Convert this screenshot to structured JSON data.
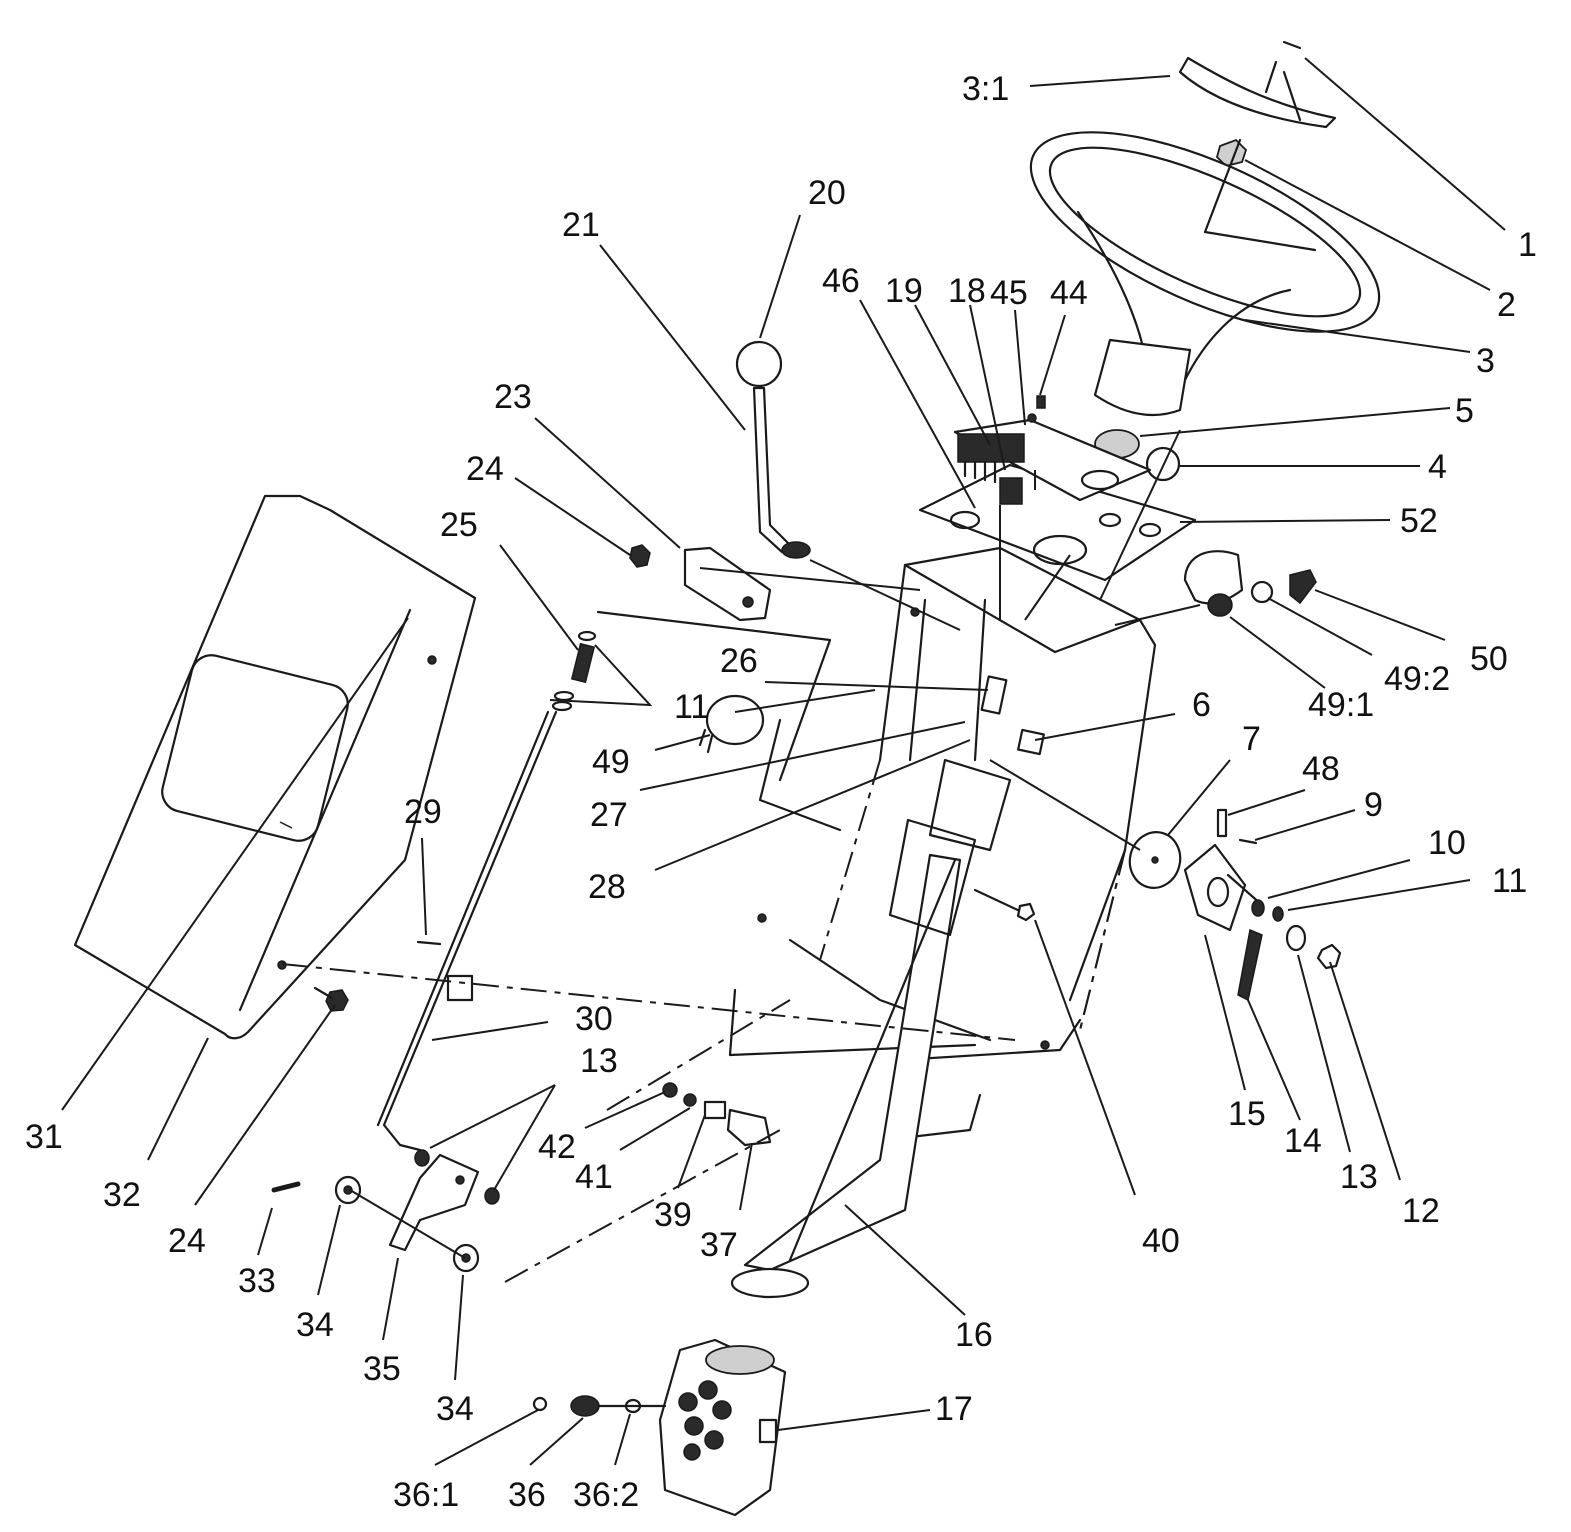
{
  "callouts": [
    {
      "id": "c-3-1",
      "text": "3:1"
    },
    {
      "id": "c-1",
      "text": "1"
    },
    {
      "id": "c-2",
      "text": "2"
    },
    {
      "id": "c-3",
      "text": "3"
    },
    {
      "id": "c-20",
      "text": "20"
    },
    {
      "id": "c-21",
      "text": "21"
    },
    {
      "id": "c-46",
      "text": "46"
    },
    {
      "id": "c-19",
      "text": "19"
    },
    {
      "id": "c-18",
      "text": "18"
    },
    {
      "id": "c-45",
      "text": "45"
    },
    {
      "id": "c-44",
      "text": "44"
    },
    {
      "id": "c-5",
      "text": "5"
    },
    {
      "id": "c-4",
      "text": "4"
    },
    {
      "id": "c-52",
      "text": "52"
    },
    {
      "id": "c-23",
      "text": "23"
    },
    {
      "id": "c-24a",
      "text": "24"
    },
    {
      "id": "c-25",
      "text": "25"
    },
    {
      "id": "c-50",
      "text": "50"
    },
    {
      "id": "c-49-2",
      "text": "49:2"
    },
    {
      "id": "c-49-1",
      "text": "49:1"
    },
    {
      "id": "c-26",
      "text": "26"
    },
    {
      "id": "c-11a",
      "text": "11"
    },
    {
      "id": "c-6",
      "text": "6"
    },
    {
      "id": "c-49",
      "text": "49"
    },
    {
      "id": "c-7",
      "text": "7"
    },
    {
      "id": "c-48",
      "text": "48"
    },
    {
      "id": "c-27",
      "text": "27"
    },
    {
      "id": "c-9",
      "text": "9"
    },
    {
      "id": "c-29",
      "text": "29"
    },
    {
      "id": "c-10",
      "text": "10"
    },
    {
      "id": "c-28",
      "text": "28"
    },
    {
      "id": "c-11b",
      "text": "11"
    },
    {
      "id": "c-30",
      "text": "30"
    },
    {
      "id": "c-13a",
      "text": "13"
    },
    {
      "id": "c-31",
      "text": "31"
    },
    {
      "id": "c-42",
      "text": "42"
    },
    {
      "id": "c-15",
      "text": "15"
    },
    {
      "id": "c-14",
      "text": "14"
    },
    {
      "id": "c-41",
      "text": "41"
    },
    {
      "id": "c-13b",
      "text": "13"
    },
    {
      "id": "c-32",
      "text": "32"
    },
    {
      "id": "c-12",
      "text": "12"
    },
    {
      "id": "c-39",
      "text": "39"
    },
    {
      "id": "c-40",
      "text": "40"
    },
    {
      "id": "c-24b",
      "text": "24"
    },
    {
      "id": "c-37",
      "text": "37"
    },
    {
      "id": "c-33",
      "text": "33"
    },
    {
      "id": "c-34a",
      "text": "34"
    },
    {
      "id": "c-16",
      "text": "16"
    },
    {
      "id": "c-35",
      "text": "35"
    },
    {
      "id": "c-34b",
      "text": "34"
    },
    {
      "id": "c-17",
      "text": "17"
    },
    {
      "id": "c-36-1",
      "text": "36:1"
    },
    {
      "id": "c-36",
      "text": "36"
    },
    {
      "id": "c-36-2",
      "text": "36:2"
    }
  ]
}
